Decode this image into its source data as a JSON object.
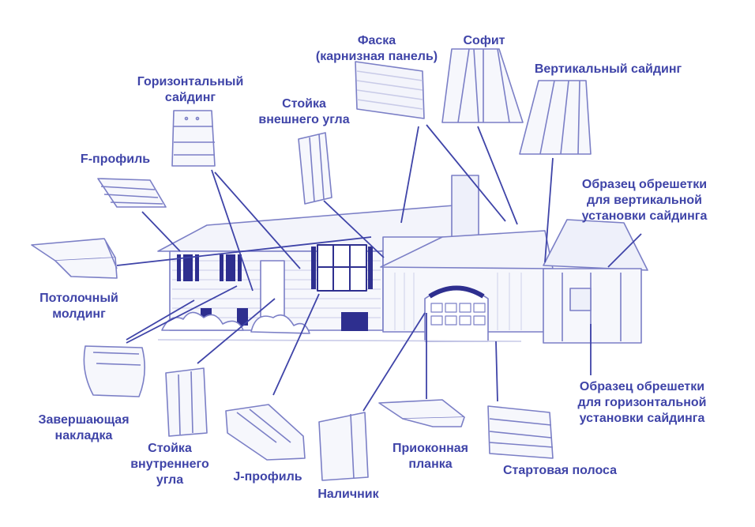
{
  "colors": {
    "ink": "#3f44a8",
    "outline": "#7b7fc6",
    "fill": "#eef0fa",
    "window": "#2e2f8f"
  },
  "labels": {
    "faska": [
      "Фаска",
      "(карнизная панель)"
    ],
    "sofit": [
      "Софит"
    ],
    "vertical_siding": [
      "Вертикальный сайдинг"
    ],
    "horizontal_siding": [
      "Горизонтальный",
      "сайдинг"
    ],
    "outer_corner": [
      "Стойка",
      "внешнего угла"
    ],
    "f_profile": [
      "F-профиль"
    ],
    "vertical_lathing": [
      "Образец обрешетки",
      "для вертикальной",
      "установки сайдинга"
    ],
    "ceiling_molding": [
      "Потолочный",
      "молдинг"
    ],
    "finish_trim": [
      "Завершающая",
      "накладка"
    ],
    "inner_corner": [
      "Стойка",
      "внутреннего",
      "угла"
    ],
    "j_profile": [
      "J-профиль"
    ],
    "casing": [
      "Наличник"
    ],
    "window_strip": [
      "Приоконная",
      "планка"
    ],
    "starter_strip": [
      "Стартовая полоса"
    ],
    "horizontal_lathing": [
      "Образец обрешетки",
      "для горизонтальной",
      "установки сайдинга"
    ]
  }
}
